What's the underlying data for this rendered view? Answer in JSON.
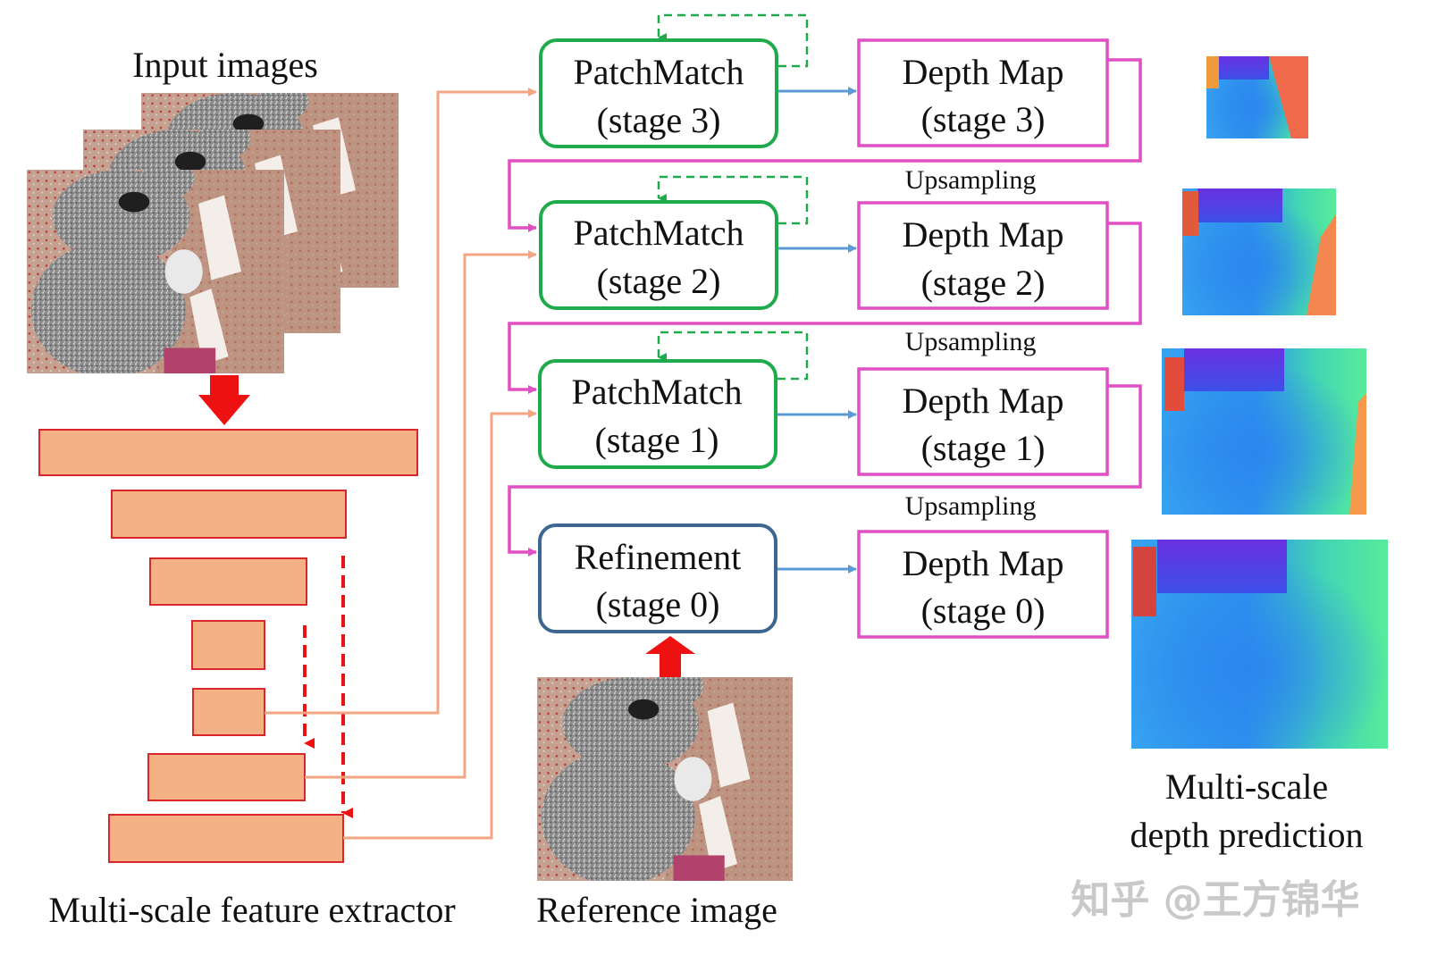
{
  "captions": {
    "input_images": "Input images",
    "feature_extractor": "Multi-scale feature extractor",
    "reference_image": "Reference image",
    "depth_prediction_line1": "Multi-scale",
    "depth_prediction_line2": "depth prediction"
  },
  "modules": {
    "pm3": {
      "line1": "PatchMatch",
      "line2": "(stage 3)"
    },
    "pm2": {
      "line1": "PatchMatch",
      "line2": "(stage 2)"
    },
    "pm1": {
      "line1": "PatchMatch",
      "line2": "(stage 1)"
    },
    "ref": {
      "line1": "Refinement",
      "line2": "(stage 0)"
    }
  },
  "depth_maps": {
    "d3": {
      "line1": "Depth Map",
      "line2": "(stage 3)"
    },
    "d2": {
      "line1": "Depth Map",
      "line2": "(stage 2)"
    },
    "d1": {
      "line1": "Depth Map",
      "line2": "(stage 1)"
    },
    "d0": {
      "line1": "Depth Map",
      "line2": "(stage 0)"
    }
  },
  "upsampling": {
    "u1": "Upsampling",
    "u2": "Upsampling",
    "u3": "Upsampling"
  },
  "watermark": "知乎 @王方锦华",
  "colors": {
    "patchmatch_border": "#1faa4b",
    "refinement_border": "#3d6690",
    "depthmap_border": "#e04fc4",
    "feature_fill": "#f4b183",
    "feature_border": "#d9252b",
    "feature_link": "#f4a582",
    "depth_arrow": "#5b9bd5",
    "red_arrow": "#ee1111"
  }
}
